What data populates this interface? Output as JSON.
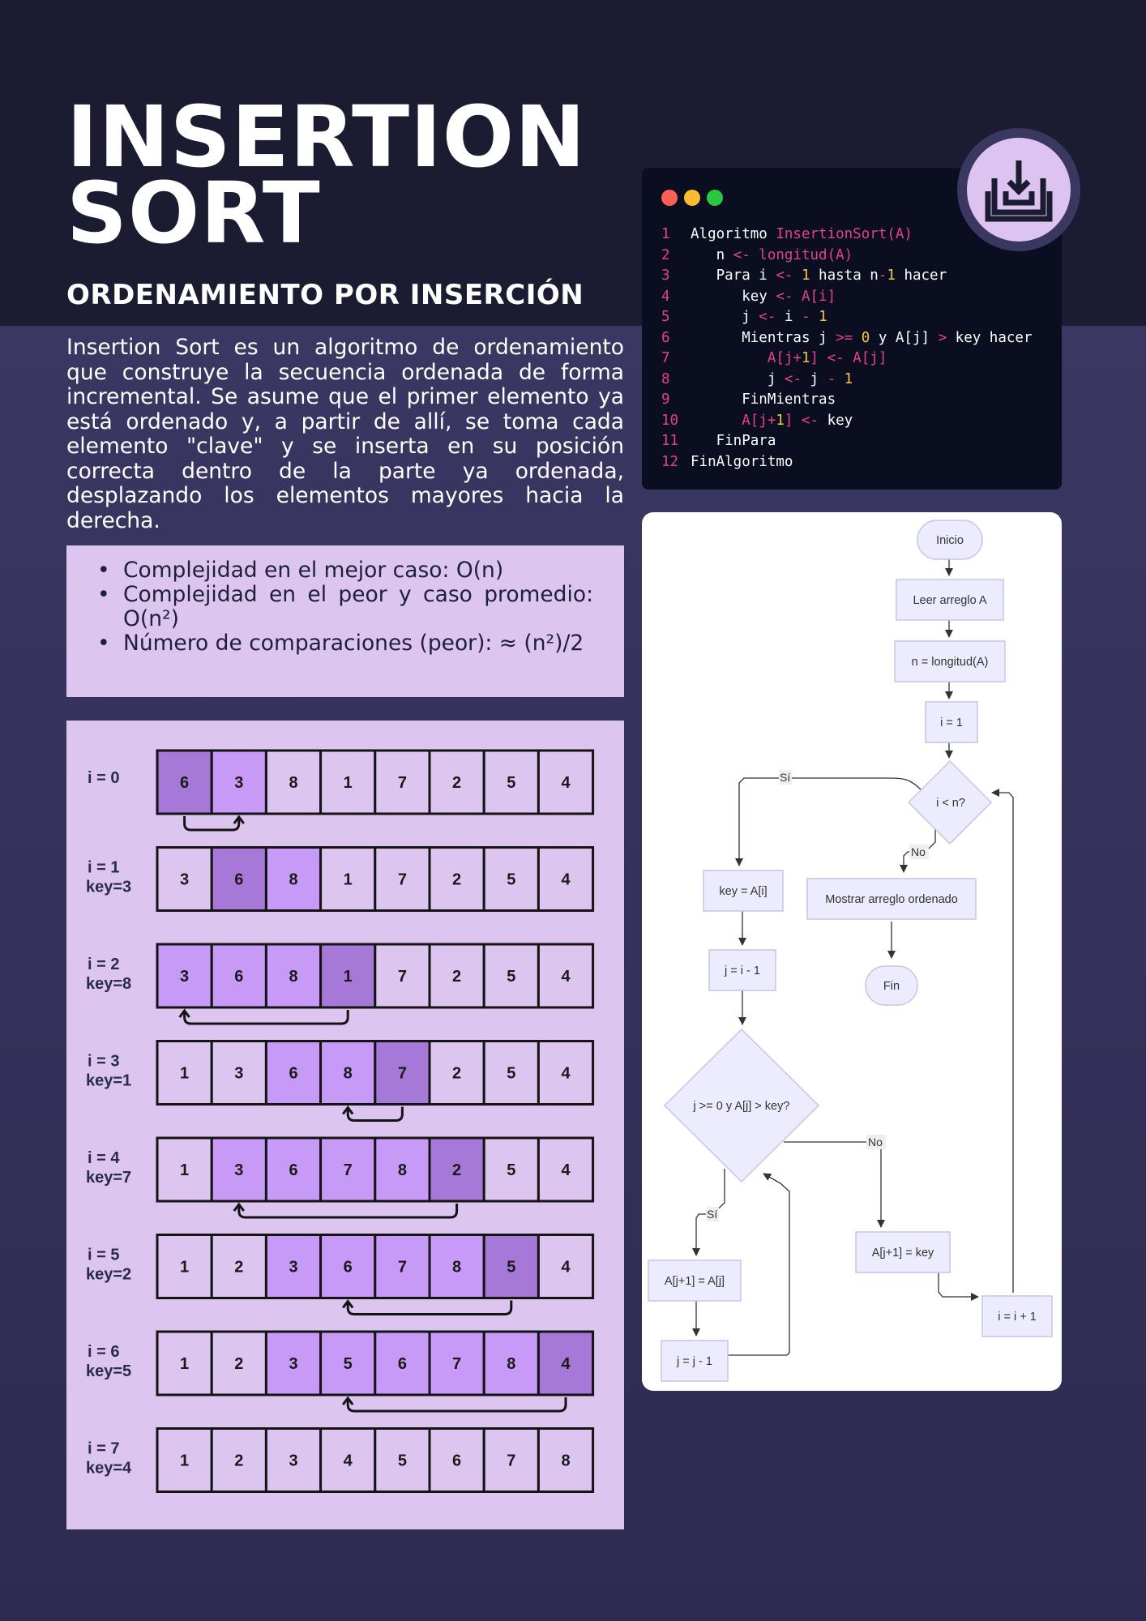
{
  "header": {
    "title_line1": "INSERTION",
    "title_line2": "SORT",
    "subtitle": "ORDENAMIENTO POR INSERCIÓN"
  },
  "intro": "Insertion Sort es un algoritmo de ordenamiento que construye la secuencia ordenada de forma incremental. Se asume que el primer elemento ya está ordenado y, a partir de allí, se toma cada elemento \"clave\" y se inserta en su posición correcta dentro de la parte ya ordenada, desplazando los elementos mayores hacia la derecha.",
  "complexity": [
    "Complejidad en el mejor caso: O(n)",
    "Complejidad en el peor y caso promedio: O(n²)",
    "Número de comparaciones (peor): ≈ (n²)/2"
  ],
  "colors": {
    "header_bg": "#1b1c32",
    "panel_bg": "#dcc6f0",
    "cell_default": "#dcc6f0",
    "cell_sorted": "#c79af8",
    "cell_key": "#a679d8",
    "code_bg": "#0b0d21",
    "code_accent": "#e1428f",
    "code_number": "#f5c542",
    "flow_node_fill": "#ececfe",
    "flow_node_stroke": "#c4c6e8",
    "window_red": "#fe5f57",
    "window_yellow": "#febc2e",
    "window_green": "#28c840"
  },
  "code": {
    "lines": [
      {
        "n": "1",
        "tokens": [
          {
            "t": "Algoritmo ",
            "c": "k"
          },
          {
            "t": "InsertionSort(A)",
            "c": "f"
          }
        ]
      },
      {
        "n": "2",
        "tokens": [
          {
            "t": "   n ",
            "c": "k"
          },
          {
            "t": "<- longitud(A)",
            "c": "f"
          }
        ]
      },
      {
        "n": "3",
        "tokens": [
          {
            "t": "   Para i ",
            "c": "k"
          },
          {
            "t": "<- ",
            "c": "o"
          },
          {
            "t": "1",
            "c": "n"
          },
          {
            "t": " hasta n",
            "c": "k"
          },
          {
            "t": "-",
            "c": "o"
          },
          {
            "t": "1",
            "c": "n"
          },
          {
            "t": " hacer",
            "c": "k"
          }
        ]
      },
      {
        "n": "4",
        "tokens": [
          {
            "t": "      key ",
            "c": "k"
          },
          {
            "t": "<- A[i]",
            "c": "f"
          }
        ]
      },
      {
        "n": "5",
        "tokens": [
          {
            "t": "      j ",
            "c": "k"
          },
          {
            "t": "<- ",
            "c": "o"
          },
          {
            "t": "i ",
            "c": "k"
          },
          {
            "t": "- ",
            "c": "o"
          },
          {
            "t": "1",
            "c": "n"
          }
        ]
      },
      {
        "n": "6",
        "tokens": [
          {
            "t": "      Mientras j ",
            "c": "k"
          },
          {
            "t": ">= ",
            "c": "o"
          },
          {
            "t": "0",
            "c": "n"
          },
          {
            "t": " y A[j] ",
            "c": "k"
          },
          {
            "t": "> ",
            "c": "o"
          },
          {
            "t": "key hacer",
            "c": "k"
          }
        ]
      },
      {
        "n": "7",
        "tokens": [
          {
            "t": "         ",
            "c": "k"
          },
          {
            "t": "A[j+",
            "c": "f"
          },
          {
            "t": "1",
            "c": "n"
          },
          {
            "t": "] <- A[j]",
            "c": "f"
          }
        ]
      },
      {
        "n": "8",
        "tokens": [
          {
            "t": "         j ",
            "c": "k"
          },
          {
            "t": "<- ",
            "c": "o"
          },
          {
            "t": "j ",
            "c": "k"
          },
          {
            "t": "- ",
            "c": "o"
          },
          {
            "t": "1",
            "c": "n"
          }
        ]
      },
      {
        "n": "9",
        "tokens": [
          {
            "t": "      FinMientras",
            "c": "k"
          }
        ]
      },
      {
        "n": "10",
        "tokens": [
          {
            "t": "      ",
            "c": "k"
          },
          {
            "t": "A[j+",
            "c": "f"
          },
          {
            "t": "1",
            "c": "n"
          },
          {
            "t": "] <- ",
            "c": "f"
          },
          {
            "t": "key",
            "c": "k"
          }
        ]
      },
      {
        "n": "11",
        "tokens": [
          {
            "t": "   FinPara",
            "c": "k"
          }
        ]
      },
      {
        "n": "12",
        "tokens": [
          {
            "t": "FinAlgoritmo",
            "c": "k"
          }
        ]
      }
    ]
  },
  "steps": [
    {
      "label1": "i = 0",
      "label2": "",
      "values": [
        6,
        3,
        8,
        1,
        7,
        2,
        5,
        4
      ],
      "states": [
        "k",
        "s",
        "d",
        "d",
        "d",
        "d",
        "d",
        "d"
      ],
      "arrow": [
        0,
        1
      ]
    },
    {
      "label1": "i = 1",
      "label2": "key=3",
      "values": [
        3,
        6,
        8,
        1,
        7,
        2,
        5,
        4
      ],
      "states": [
        "d",
        "k",
        "s",
        "d",
        "d",
        "d",
        "d",
        "d"
      ],
      "arrow": null
    },
    {
      "label1": "i = 2",
      "label2": "key=8",
      "values": [
        3,
        6,
        8,
        1,
        7,
        2,
        5,
        4
      ],
      "states": [
        "s",
        "s",
        "s",
        "k",
        "d",
        "d",
        "d",
        "d"
      ],
      "arrow": [
        3,
        0
      ]
    },
    {
      "label1": "i = 3",
      "label2": "key=1",
      "values": [
        1,
        3,
        6,
        8,
        7,
        2,
        5,
        4
      ],
      "states": [
        "d",
        "d",
        "s",
        "s",
        "k",
        "d",
        "d",
        "d"
      ],
      "arrow": [
        4,
        3
      ]
    },
    {
      "label1": "i = 4",
      "label2": "key=7",
      "values": [
        1,
        3,
        6,
        7,
        8,
        2,
        5,
        4
      ],
      "states": [
        "d",
        "s",
        "s",
        "s",
        "s",
        "k",
        "d",
        "d"
      ],
      "arrow": [
        5,
        1
      ]
    },
    {
      "label1": "i = 5",
      "label2": "key=2",
      "values": [
        1,
        2,
        3,
        6,
        7,
        8,
        5,
        4
      ],
      "states": [
        "d",
        "d",
        "s",
        "s",
        "s",
        "s",
        "k",
        "d"
      ],
      "arrow": [
        6,
        3
      ]
    },
    {
      "label1": "i = 6",
      "label2": "key=5",
      "values": [
        1,
        2,
        3,
        5,
        6,
        7,
        8,
        4
      ],
      "states": [
        "d",
        "d",
        "s",
        "s",
        "s",
        "s",
        "s",
        "k"
      ],
      "arrow": [
        7,
        3
      ]
    },
    {
      "label1": "i = 7",
      "label2": "key=4",
      "values": [
        1,
        2,
        3,
        4,
        5,
        6,
        7,
        8
      ],
      "states": [
        "d",
        "d",
        "d",
        "d",
        "d",
        "d",
        "d",
        "d"
      ],
      "arrow": null
    }
  ],
  "flowchart": {
    "start": "Inicio",
    "read": "Leer arreglo A",
    "length": "n = longitud(A)",
    "init_i": "i = 1",
    "cond_i": "i < n?",
    "yes": "Sí",
    "no": "No",
    "key": "key = A[i]",
    "init_j": "j = i - 1",
    "cond_j": "j >= 0 y A[j] > key?",
    "shift": "A[j+1] = A[j]",
    "dec_j": "j = j - 1",
    "place": "A[j+1] = key",
    "inc_i": "i = i + 1",
    "show": "Mostrar arreglo ordenado",
    "end": "Fin"
  }
}
